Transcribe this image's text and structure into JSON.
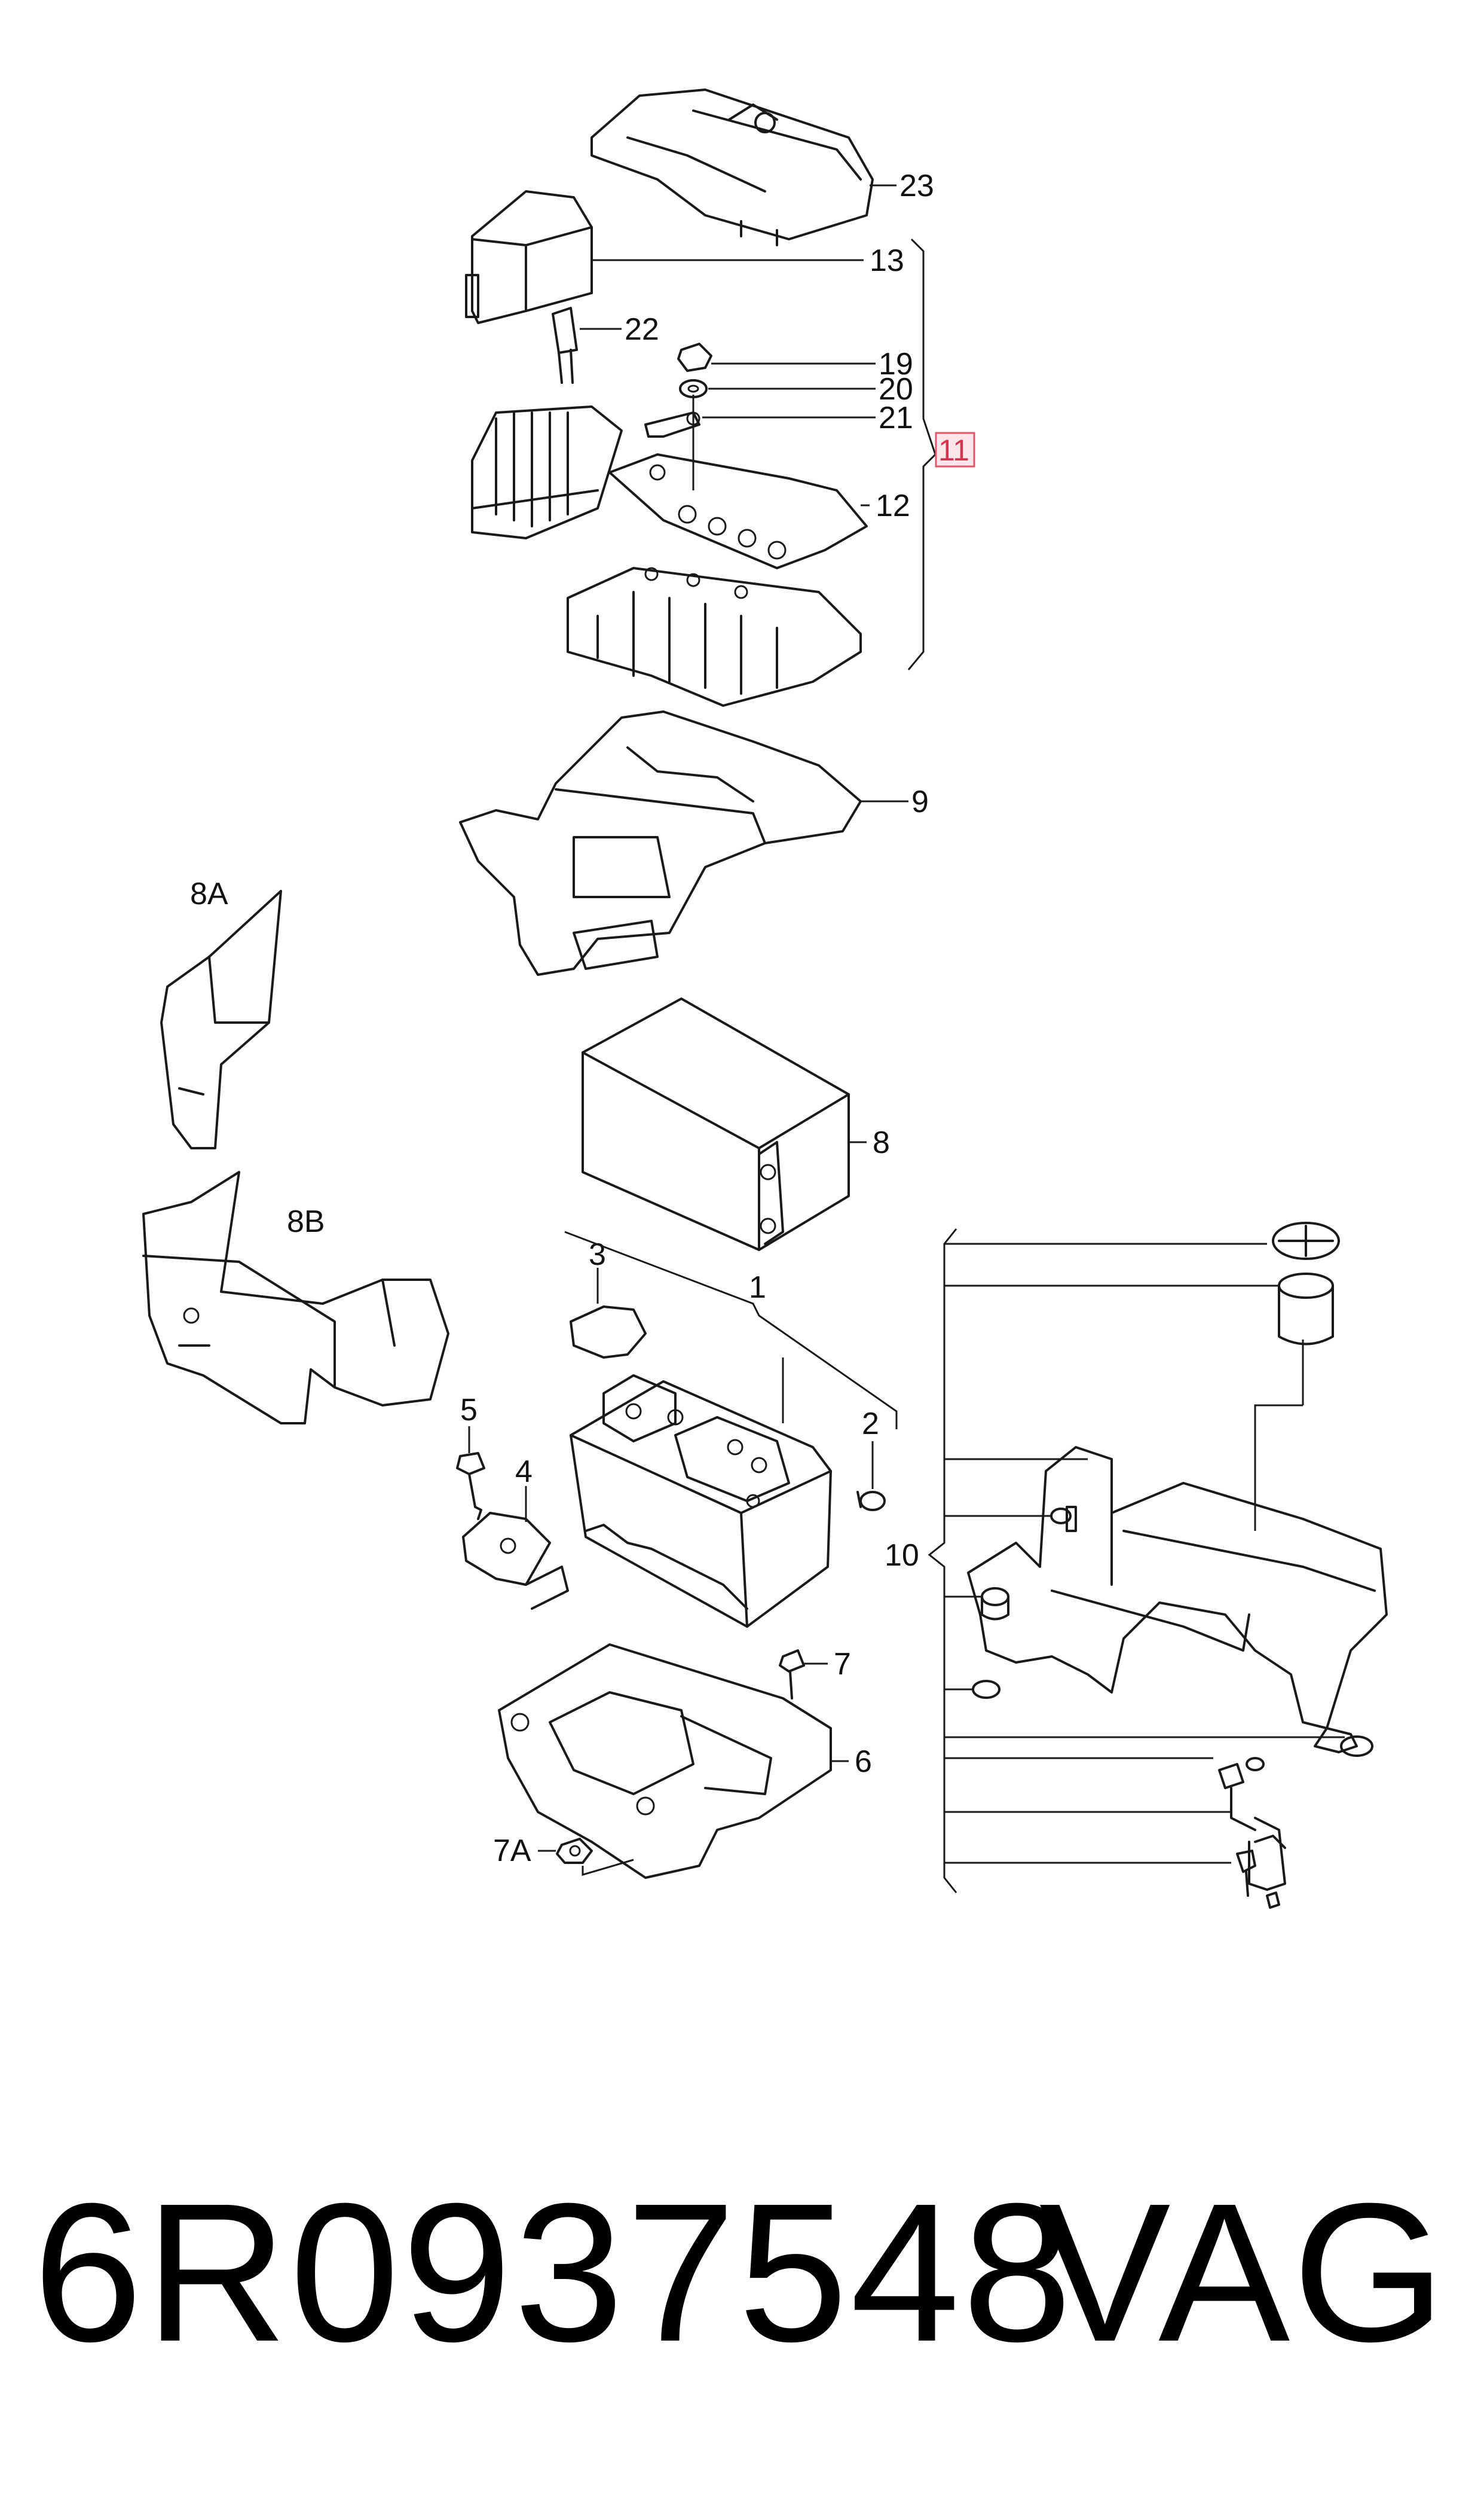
{
  "callouts": {
    "c23": "23",
    "c13": "13",
    "c22": "22",
    "c19": "19",
    "c20": "20",
    "c21": "21",
    "c11": "11",
    "c12": "12",
    "c9": "9",
    "c8A": "8A",
    "c8": "8",
    "c8B": "8B",
    "c3": "3",
    "c1": "1",
    "c2": "2",
    "c5": "5",
    "c4": "4",
    "c10": "10",
    "c7": "7",
    "c6": "6",
    "c7A": "7A"
  },
  "highlight_color": "#e0566a",
  "footer": {
    "part_number": "6R0937548",
    "brand": "VAG"
  }
}
